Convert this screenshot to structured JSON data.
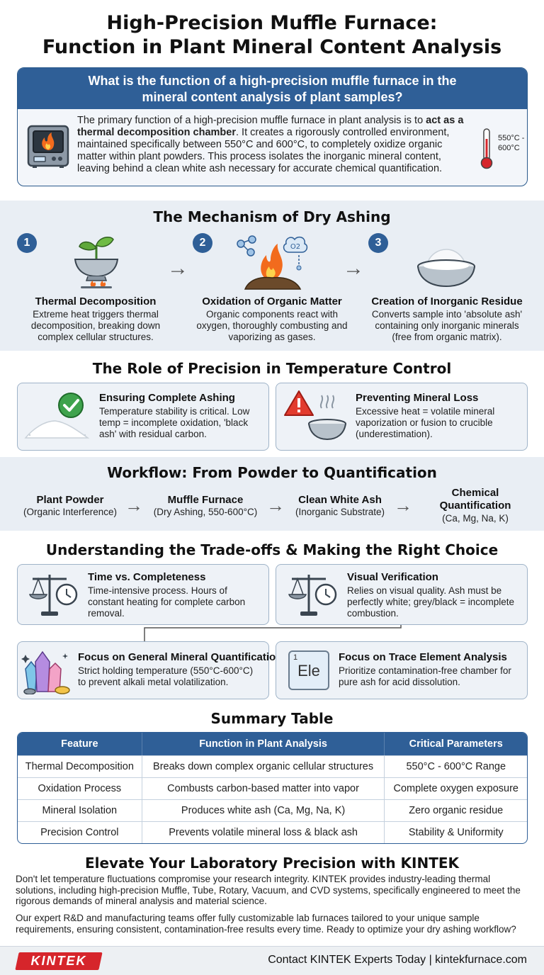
{
  "title": {
    "line1": "High-Precision Muffle Furnace:",
    "line2": "Function in Plant Mineral Content Analysis"
  },
  "qa": {
    "question_line1": "What is the function of a high-precision muffle furnace in the",
    "question_line2": "mineral content analysis of plant samples?",
    "answer_pre": "The primary function of a high-precision muffle furnace in plant analysis is to ",
    "answer_bold": "act as a thermal decomposition chamber",
    "answer_post": ". It creates a rigorously controlled environment, maintained specifically between 550°C and 600°C, to completely oxidize organic matter within plant powders. This process isolates the inorganic mineral content, leaving behind a clean white ash necessary for accurate chemical quantification.",
    "thermo_label_line1": "550°C -",
    "thermo_label_line2": "600°C"
  },
  "mechanism": {
    "title": "The Mechanism of Dry Ashing",
    "steps": [
      {
        "num": "1",
        "title": "Thermal Decomposition",
        "desc": "Extreme heat triggers thermal decomposition, breaking down complex cellular structures."
      },
      {
        "num": "2",
        "title": "Oxidation of Organic Matter",
        "desc": "Organic components react with oxygen, thoroughly combusting and vaporizing as gases."
      },
      {
        "num": "3",
        "title": "Creation of Inorganic Residue",
        "desc": "Converts sample into 'absolute ash' containing only inorganic minerals (free from organic matrix)."
      }
    ],
    "o2_label": "O2"
  },
  "precision": {
    "title": "The Role of Precision in Temperature Control",
    "cards": [
      {
        "title": "Ensuring Complete Ashing",
        "desc": "Temperature stability is critical. Low temp = incomplete oxidation, 'black ash' with residual carbon."
      },
      {
        "title": "Preventing Mineral Loss",
        "desc": "Excessive heat = volatile mineral vaporization or fusion to crucible (underestimation)."
      }
    ]
  },
  "workflow": {
    "title": "Workflow: From Powder to Quantification",
    "steps": [
      {
        "name": "Plant Powder",
        "sub": "(Organic Interference)"
      },
      {
        "name": "Muffle Furnace",
        "sub": "(Dry Ashing, 550-600°C)"
      },
      {
        "name": "Clean White Ash",
        "sub": "(Inorganic Substrate)"
      },
      {
        "name_line1": "Chemical",
        "name_line2": "Quantification",
        "sub": "(Ca, Mg, Na, K)"
      }
    ]
  },
  "tradeoffs": {
    "title": "Understanding the Trade-offs & Making the Right Choice",
    "cards": [
      {
        "title": "Time vs. Completeness",
        "desc": "Time-intensive process. Hours of constant heating for complete carbon removal."
      },
      {
        "title": "Visual Verification",
        "desc": "Relies on visual quality. Ash must be perfectly white; grey/black = incomplete combustion."
      },
      {
        "title": "Focus on General Mineral Quantification",
        "desc": "Strict holding temperature (550°C-600°C) to prevent alkali metal volatilization."
      },
      {
        "title": "Focus on Trace Element Analysis",
        "desc": "Prioritize contamination-free chamber for pure ash for acid dissolution."
      }
    ],
    "element_num": "1",
    "element_symbol": "Ele"
  },
  "summary": {
    "title": "Summary Table",
    "headers": [
      "Feature",
      "Function in Plant Analysis",
      "Critical Parameters"
    ],
    "rows": [
      [
        "Thermal Decomposition",
        "Breaks down complex organic cellular structures",
        "550°C - 600°C Range"
      ],
      [
        "Oxidation Process",
        "Combusts carbon-based matter into vapor",
        "Complete oxygen exposure"
      ],
      [
        "Mineral Isolation",
        "Produces white ash (Ca, Mg, Na, K)",
        "Zero organic residue"
      ],
      [
        "Precision Control",
        "Prevents volatile mineral loss & black ash",
        "Stability & Uniformity"
      ]
    ]
  },
  "cta": {
    "title": "Elevate Your Laboratory Precision with KINTEK",
    "para1": "Don't let temperature fluctuations compromise your research integrity. KINTEK provides industry-leading thermal solutions, including high-precision Muffle, Tube, Rotary, Vacuum, and CVD systems, specifically engineered to meet the rigorous demands of mineral analysis and material science.",
    "para2": "Our expert R&D and manufacturing teams offer fully customizable lab furnaces tailored to your unique sample requirements, ensuring consistent, contamination-free results every time. Ready to optimize your dry ashing workflow?"
  },
  "footer": {
    "logo": "KINTEK",
    "contact": "Contact KINTEK Experts Today | kintekfurnace.com"
  },
  "colors": {
    "primary": "#2f5f97",
    "band": "#e9eef4",
    "accent_red": "#d6252b"
  }
}
